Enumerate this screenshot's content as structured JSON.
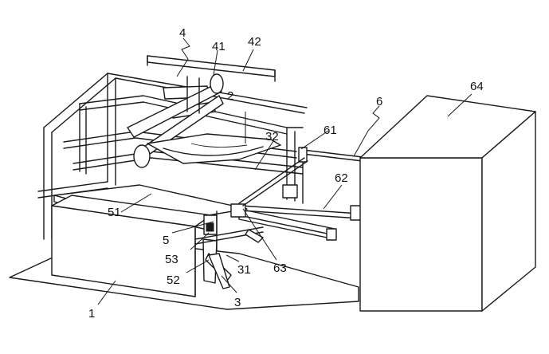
{
  "labels": {
    "l1": "1",
    "l2": "2",
    "l3": "3",
    "l31": "31",
    "l32": "32",
    "l4": "4",
    "l41": "41",
    "l42": "42",
    "l5": "5",
    "l51": "51",
    "l52": "52",
    "l53": "53",
    "l6": "6",
    "l61": "61",
    "l62": "62",
    "l63": "63",
    "l64": "64"
  }
}
